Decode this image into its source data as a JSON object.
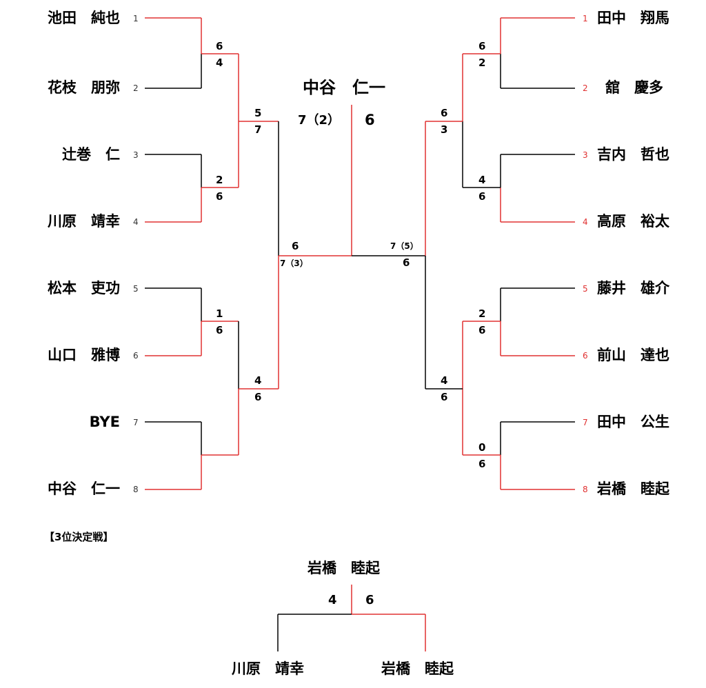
{
  "colors": {
    "win": "#e03030",
    "lose": "#000000"
  },
  "champion": "中谷　仁一",
  "final": {
    "left_score": "7（2）",
    "right_score": "6"
  },
  "left": {
    "players": [
      {
        "seed": "1",
        "name": "池田　純也"
      },
      {
        "seed": "2",
        "name": "花枝　朋弥"
      },
      {
        "seed": "3",
        "name": "辻巻　仁"
      },
      {
        "seed": "4",
        "name": "川原　靖幸"
      },
      {
        "seed": "5",
        "name": "松本　吏功"
      },
      {
        "seed": "6",
        "name": "山口　雅博"
      },
      {
        "seed": "7",
        "name": "BYE"
      },
      {
        "seed": "8",
        "name": "中谷　仁一"
      }
    ],
    "r1": [
      {
        "top": "6",
        "bottom": "4"
      },
      {
        "top": "2",
        "bottom": "6"
      },
      {
        "top": "1",
        "bottom": "6"
      },
      {
        "top": "",
        "bottom": ""
      }
    ],
    "r2": [
      {
        "top": "5",
        "bottom": "7"
      },
      {
        "top": "4",
        "bottom": "6"
      }
    ],
    "semi": {
      "top": "6",
      "bottom": "7（3）"
    }
  },
  "right": {
    "players": [
      {
        "seed": "1",
        "name": "田中　翔馬"
      },
      {
        "seed": "2",
        "name": "舘　慶多"
      },
      {
        "seed": "3",
        "name": "吉内　哲也"
      },
      {
        "seed": "4",
        "name": "高原　裕太"
      },
      {
        "seed": "5",
        "name": "藤井　雄介"
      },
      {
        "seed": "6",
        "name": "前山　達也"
      },
      {
        "seed": "7",
        "name": "田中　公生"
      },
      {
        "seed": "8",
        "name": "岩橋　睦起"
      }
    ],
    "r1": [
      {
        "top": "6",
        "bottom": "2"
      },
      {
        "top": "4",
        "bottom": "6"
      },
      {
        "top": "2",
        "bottom": "6"
      },
      {
        "top": "0",
        "bottom": "6"
      }
    ],
    "r2": [
      {
        "top": "6",
        "bottom": "3"
      },
      {
        "top": "4",
        "bottom": "6"
      }
    ],
    "semi": {
      "top": "7（5）",
      "bottom": "6"
    }
  },
  "third_place": {
    "heading": "【3位決定戦】",
    "winner": "岩橋　睦起",
    "left_score": "4",
    "right_score": "6",
    "left_player": "川原　靖幸",
    "right_player": "岩橋　睦起"
  }
}
